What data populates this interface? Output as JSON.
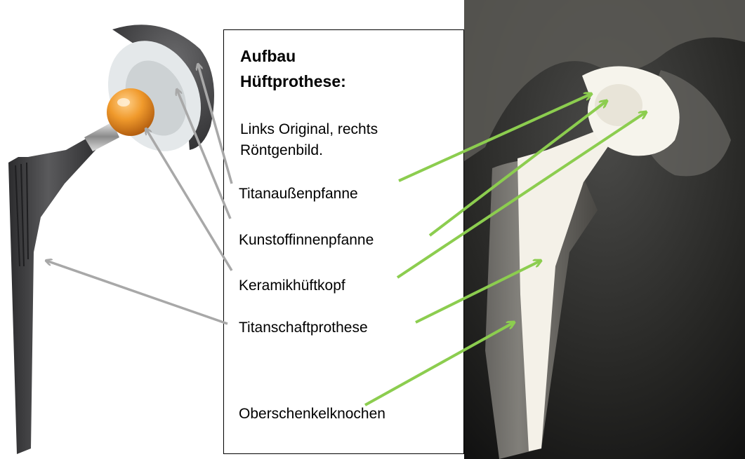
{
  "title_lines": [
    "Aufbau",
    "Hüftprothese:"
  ],
  "subtitle_lines": [
    "Links Original, rechts",
    "Röntgenbild."
  ],
  "labels": {
    "outer_cup": "Titanaußenpfanne",
    "inner_cup": "Kunstoffinnenpfanne",
    "head": "Keramikhüftkopf",
    "stem": "Titanschaftprothese",
    "femur": "Oberschenkelknochen"
  },
  "colors": {
    "grey_arrow": "#a8a8a8",
    "green_arrow": "#8ccd4f",
    "ceramic_head": "#f09a2c",
    "titanium": "#4a4a4c"
  }
}
